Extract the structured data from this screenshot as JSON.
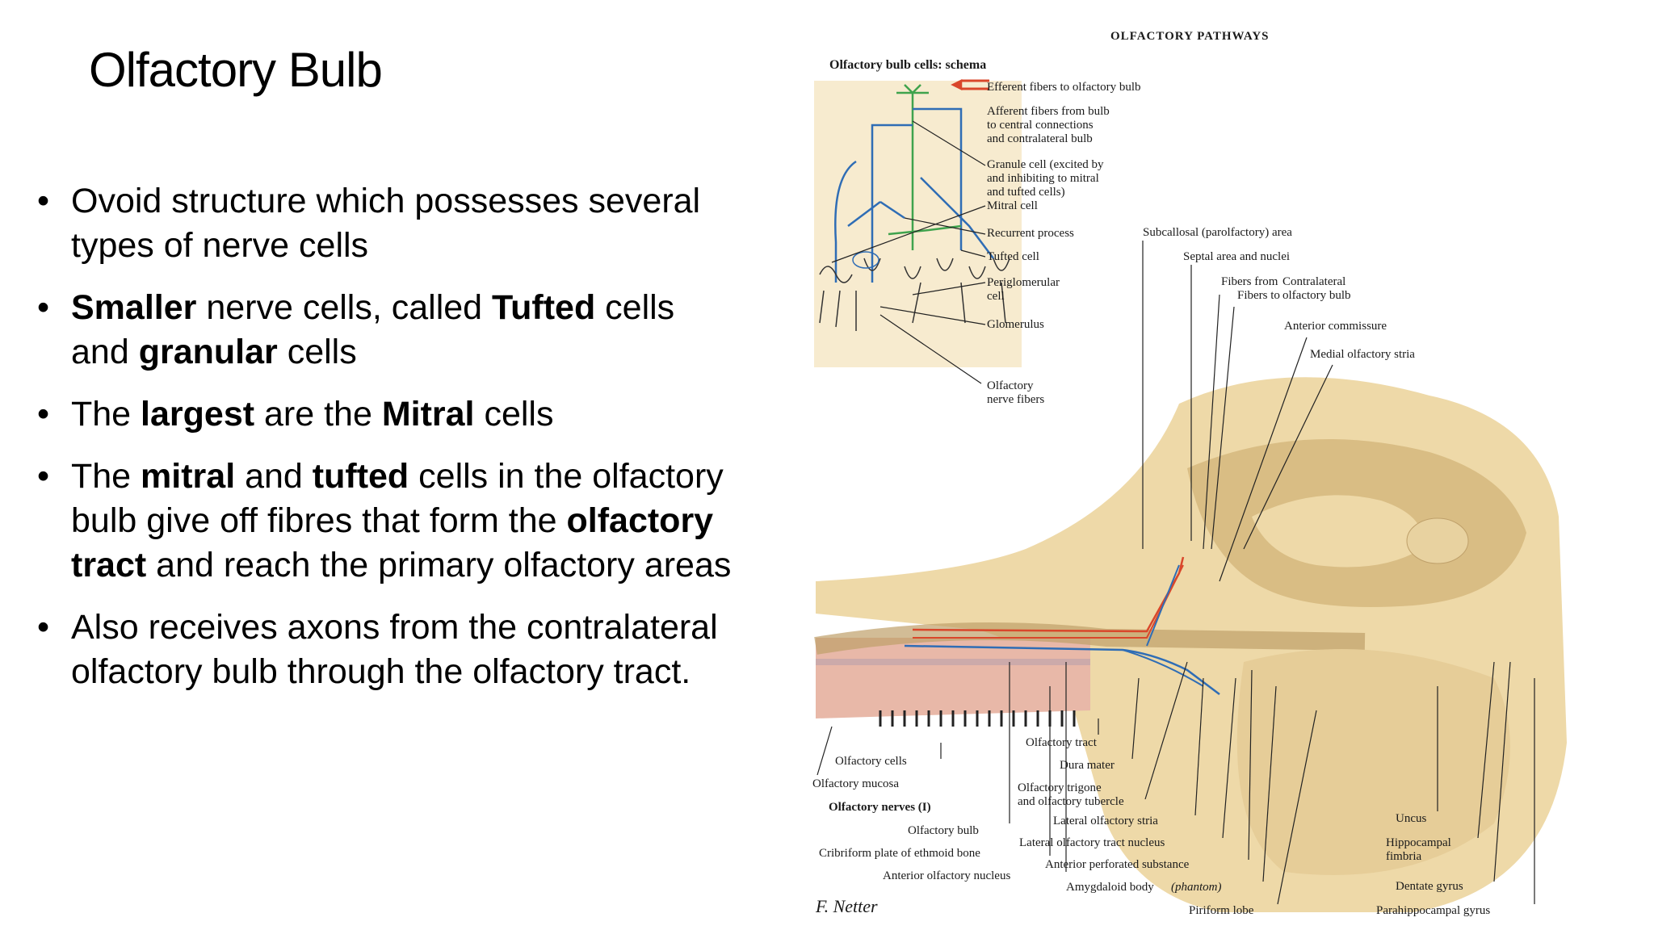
{
  "slide": {
    "title": "Olfactory Bulb",
    "bullets": [
      {
        "parts": [
          {
            "t": " Ovoid structure which possesses several types of nerve cells",
            "b": false
          }
        ]
      },
      {
        "parts": [
          {
            "t": "Smaller",
            "b": true
          },
          {
            "t": " nerve cells, called ",
            "b": false
          },
          {
            "t": "Tufted",
            "b": true
          },
          {
            "t": " cells and ",
            "b": false
          },
          {
            "t": "granular",
            "b": true
          },
          {
            "t": " cells",
            "b": false
          }
        ]
      },
      {
        "parts": [
          {
            "t": "The ",
            "b": false
          },
          {
            "t": "largest",
            "b": true
          },
          {
            "t": " are the ",
            "b": false
          },
          {
            "t": "Mitral",
            "b": true
          },
          {
            "t": " cells",
            "b": false
          }
        ]
      },
      {
        "parts": [
          {
            "t": "The ",
            "b": false
          },
          {
            "t": "mitral",
            "b": true
          },
          {
            "t": " and ",
            "b": false
          },
          {
            "t": "tufted",
            "b": true
          },
          {
            "t": " cells in the olfactory bulb give off fibres that form the ",
            "b": false
          },
          {
            "t": "olfactory tract",
            "b": true
          },
          {
            "t": " and reach the primary olfactory areas",
            "b": false
          }
        ]
      },
      {
        "parts": [
          {
            "t": "Also receives axons from the contralateral olfactory bulb through the olfactory tract.",
            "b": false
          }
        ]
      }
    ]
  },
  "figure": {
    "header": "OLFACTORY PATHWAYS",
    "schema_title": "Olfactory bulb cells: schema",
    "schema_labels": {
      "efferent": "Efferent fibers to olfactory bulb",
      "afferent_1": "Afferent fibers from bulb",
      "afferent_2": "to central connections",
      "afferent_3": "and contralateral bulb",
      "granule_1": "Granule cell (excited by",
      "granule_2": "and inhibiting to mitral",
      "granule_3": "and tufted cells)",
      "mitral": "Mitral cell",
      "recurrent": "Recurrent process",
      "tufted": "Tufted cell",
      "periglomerular_1": "Periglomerular",
      "periglomerular_2": "cell",
      "glomerulus": "Glomerulus",
      "nerve_fibers_1": "Olfactory",
      "nerve_fibers_2": "nerve fibers"
    },
    "right_labels": {
      "subcallosal": "Subcallosal (parolfactory) area",
      "septal": "Septal area and nuclei",
      "fibers_from": "Fibers from",
      "fibers_to": "Fibers to",
      "contralateral_1": "Contralateral",
      "contralateral_2": "olfactory bulb",
      "anterior_commissure": "Anterior commissure",
      "medial_stria": "Medial olfactory stria"
    },
    "bottom_labels": {
      "olfactory_cells": "Olfactory cells",
      "olfactory_mucosa": "Olfactory mucosa",
      "olfactory_nerves": "Olfactory nerves (I)",
      "olfactory_bulb": "Olfactory bulb",
      "cribriform": "Cribriform plate of ethmoid bone",
      "anterior_nucleus": "Anterior olfactory nucleus",
      "olfactory_tract": "Olfactory tract",
      "dura": "Dura mater",
      "trigone_1": "Olfactory trigone",
      "trigone_2": "and olfactory tubercle",
      "lateral_stria": "Lateral olfactory stria",
      "lateral_tract_nucleus": "Lateral olfactory tract nucleus",
      "perforated": "Anterior perforated substance",
      "amygdaloid": "Amygdaloid body",
      "phantom": "(phantom)",
      "piriform": "Piriform lobe",
      "uncus": "Uncus",
      "hippocampal_1": "Hippocampal",
      "hippocampal_2": "fimbria",
      "dentate": "Dentate gyrus",
      "parahippocampal": "Parahippocampal gyrus"
    },
    "signature": "F. Netter",
    "colors": {
      "schema_bg": "#f7ebcf",
      "brain": "#eed9a8",
      "brain_dark": "#d9bd84",
      "efferent": "#d9472b",
      "afferent": "#2f6db5",
      "granule": "#3fa34d",
      "mucosa": "#e8b8a8"
    }
  }
}
